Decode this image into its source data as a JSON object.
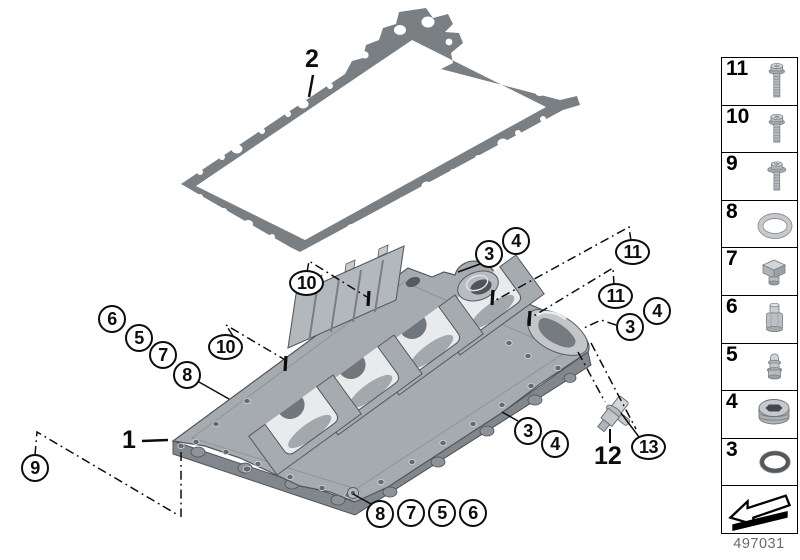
{
  "figure": {
    "code": "497031",
    "description": "Upper oil pan / sump with gasket exploded parts diagram",
    "colors": {
      "line": "#0d0d0d",
      "gasket": "#7a7f83",
      "pan_base": "#a6abaf",
      "pan_light": "#e8eaec",
      "pan_dark": "#70767b",
      "code_text": "#6a6a6a"
    }
  },
  "callouts": {
    "gasket": "2",
    "pan": "1",
    "sensor": "12",
    "chain_left": [
      "6",
      "5",
      "7",
      "8"
    ],
    "ten_left": "10",
    "ten_top": "10",
    "three_top": "3",
    "four_top": "4",
    "eleven_a": "11",
    "eleven_b": "11",
    "three_right": "3",
    "four_right": "4",
    "three_bottom": "3",
    "four_bottom": "4",
    "thirteen": "13",
    "nine": "9",
    "chain_bottom": [
      "8",
      "7",
      "5",
      "6"
    ]
  },
  "sidebar": {
    "code": "497031",
    "items": [
      {
        "label": "11",
        "icon": "flange-bolt-long-icon"
      },
      {
        "label": "10",
        "icon": "flange-bolt-short-icon"
      },
      {
        "label": "9",
        "icon": "bolt-with-washer-icon"
      },
      {
        "label": "8",
        "icon": "sealing-ring-icon"
      },
      {
        "label": "7",
        "icon": "hex-screw-plug-icon"
      },
      {
        "label": "6",
        "icon": "cylindrical-plug-icon"
      },
      {
        "label": "5",
        "icon": "nipple-fitting-icon"
      },
      {
        "label": "4",
        "icon": "socket-screw-plug-icon"
      },
      {
        "label": "3",
        "icon": "o-ring-icon"
      },
      {
        "label": "",
        "icon": "direction-arrow-icon"
      }
    ]
  }
}
